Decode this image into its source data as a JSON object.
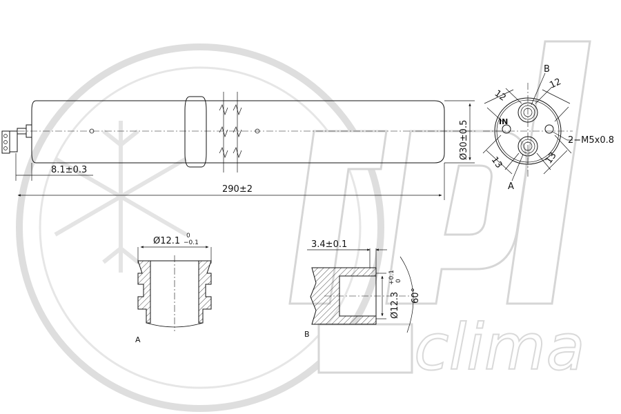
{
  "watermark": {
    "brand_text": "clima"
  },
  "main_view": {
    "length_dim": "290±2",
    "diameter_dim": "Ø30±0.5",
    "offset_dim": "8.1±0.3"
  },
  "end_view": {
    "label_b": "B",
    "label_a": "A",
    "label_in": "IN",
    "dim_12_left": "12",
    "dim_12_right": "12",
    "dim_13_left": "13",
    "dim_13_right": "13",
    "thread_dim": "2−M5x0.8"
  },
  "detail_a": {
    "dim_main": "Ø12.1",
    "tol_upper": "0",
    "tol_lower": "−0.1",
    "label": "A"
  },
  "detail_b": {
    "depth_dim": "3.4±0.1",
    "dia_main": "Ø12.3",
    "tol_upper": "+0.1",
    "tol_lower": "0",
    "angle": "60°",
    "label": "B"
  },
  "colors": {
    "line": "#111111",
    "watermark": "#dedede",
    "background": "#ffffff"
  }
}
